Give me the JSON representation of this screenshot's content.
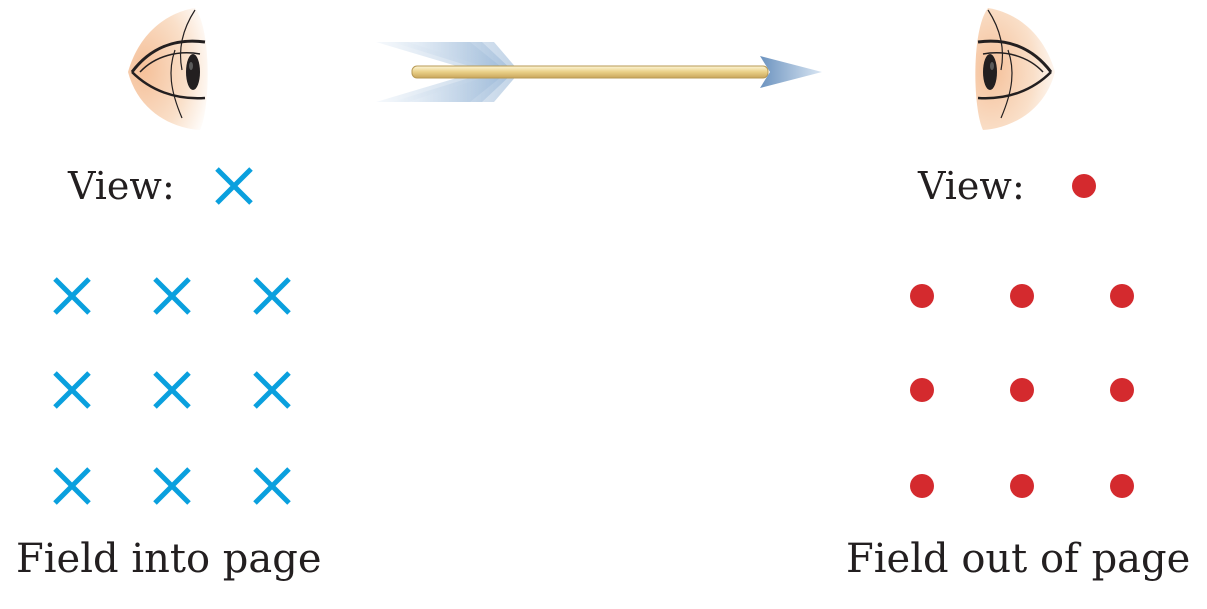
{
  "left_panel": {
    "view_label": "View:",
    "caption": "Field into page",
    "symbol": "cross-symbol",
    "rows": 3,
    "cols": 3
  },
  "right_panel": {
    "view_label": "View:",
    "caption": "Field out of page",
    "symbol": "dot-symbol",
    "rows": 3,
    "cols": 3
  },
  "colors": {
    "cross": "#0aa0de",
    "dot": "#d42a2e",
    "text": "#231f20",
    "arrow_shaft": "#f1dca0",
    "arrow_fletch": "#9fb8d4"
  },
  "icons": {
    "left_eye": "eye-icon",
    "right_eye": "eye-icon",
    "arrow": "arrow-icon"
  }
}
